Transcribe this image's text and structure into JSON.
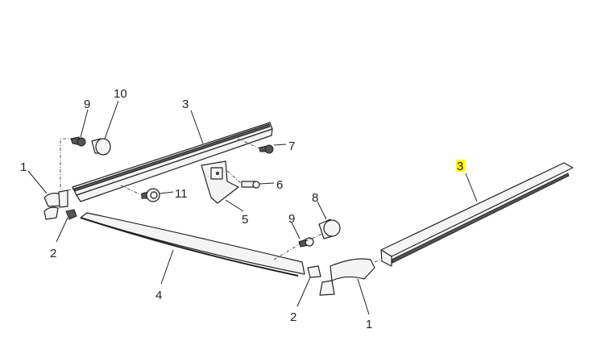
{
  "diagram": {
    "callouts": [
      {
        "id": "1a",
        "text": "1"
      },
      {
        "id": "2a",
        "text": "2"
      },
      {
        "id": "9a",
        "text": "9"
      },
      {
        "id": "10",
        "text": "10"
      },
      {
        "id": "3a",
        "text": "3"
      },
      {
        "id": "7",
        "text": "7"
      },
      {
        "id": "6",
        "text": "6"
      },
      {
        "id": "11",
        "text": "11"
      },
      {
        "id": "5",
        "text": "5"
      },
      {
        "id": "8",
        "text": "8"
      },
      {
        "id": "9b",
        "text": "9"
      },
      {
        "id": "4",
        "text": "4"
      },
      {
        "id": "2b",
        "text": "2"
      },
      {
        "id": "1b",
        "text": "1"
      },
      {
        "id": "3b",
        "text": "3",
        "highlighted": true
      }
    ],
    "highlight_color": "#ffff00"
  }
}
